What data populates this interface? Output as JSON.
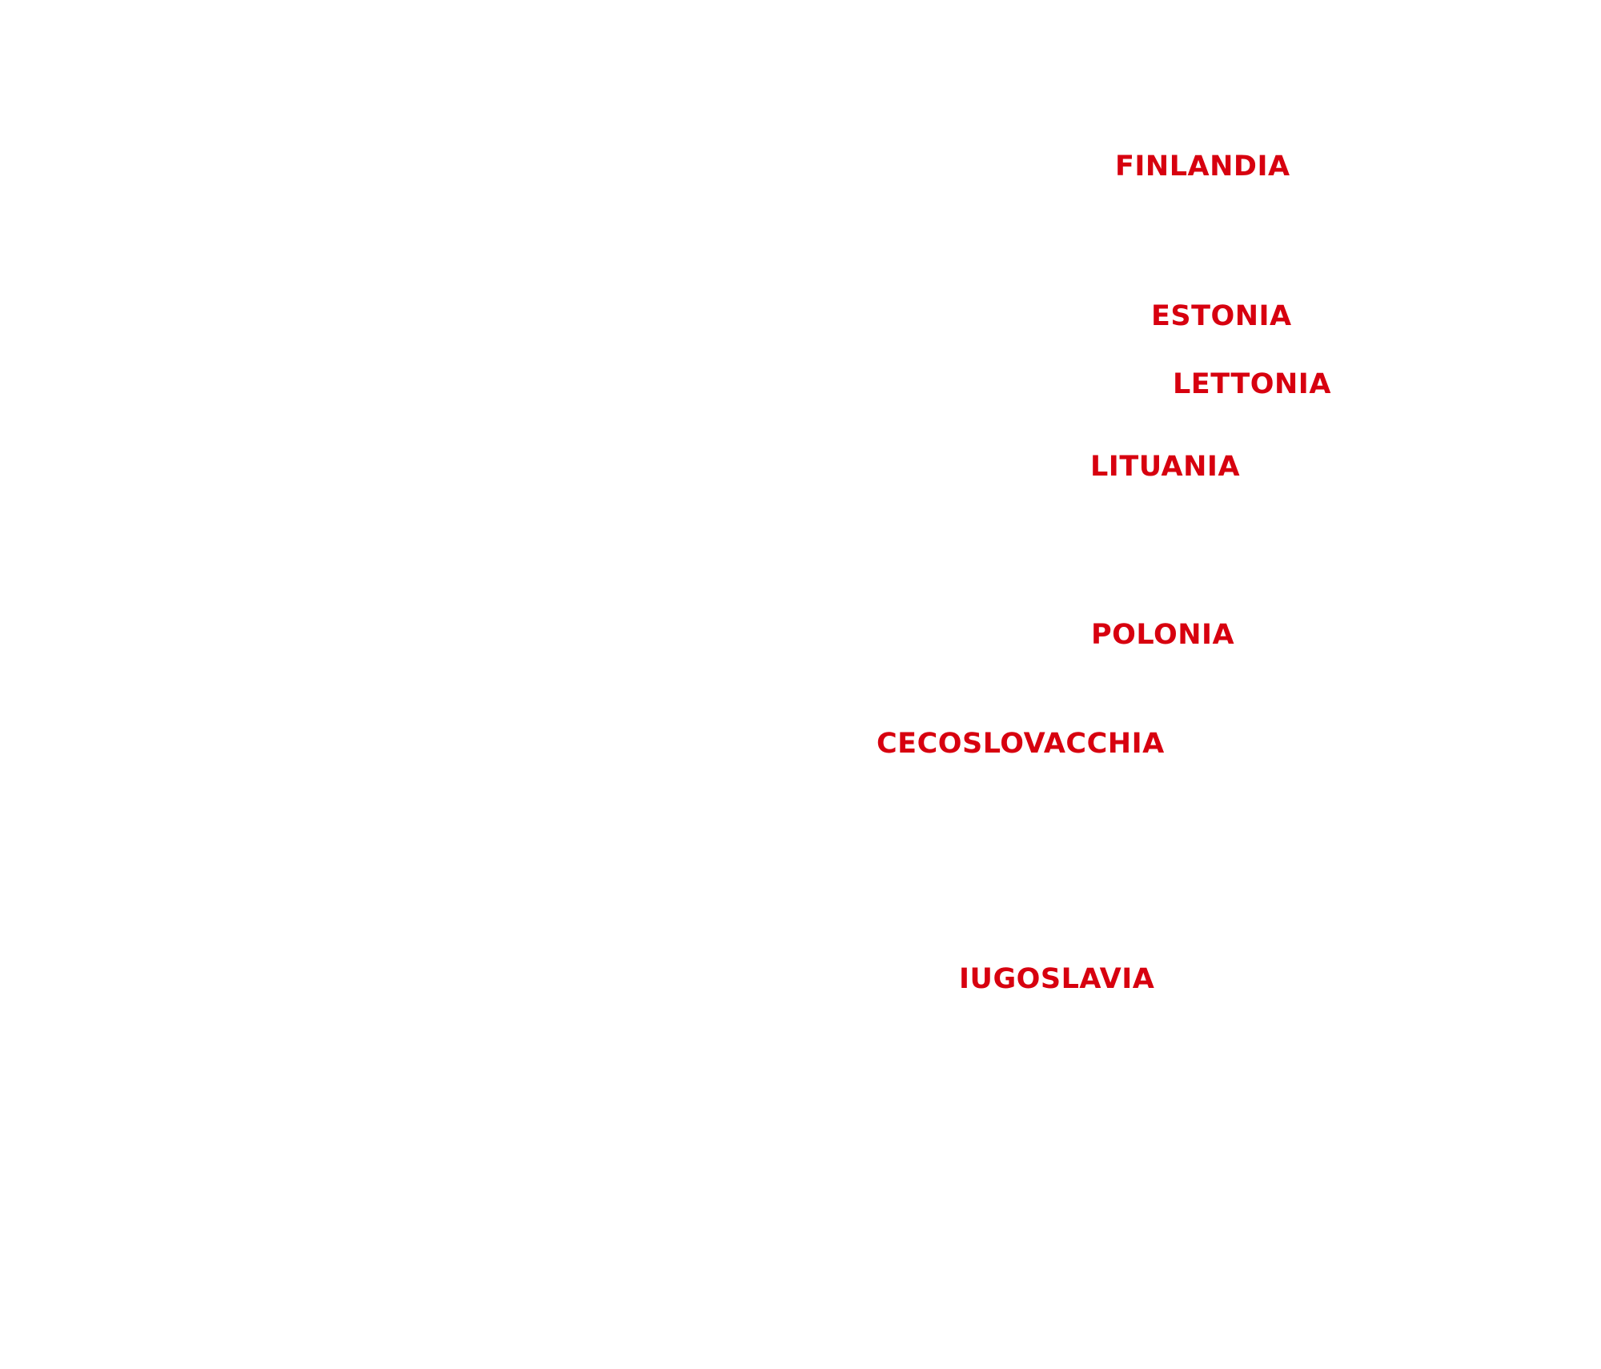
{
  "map": {
    "label_color": "#d7000f",
    "background_color": "#ffffff",
    "labels": {
      "finlandia": "FINLANDIA",
      "estonia": "ESTONIA",
      "lettonia": "LETTONIA",
      "lituania": "LITUANIA",
      "polonia": "POLONIA",
      "cecoslovacchia": "CECOSLOVACCHIA",
      "iugoslavia": "IUGOSLAVIA"
    }
  }
}
